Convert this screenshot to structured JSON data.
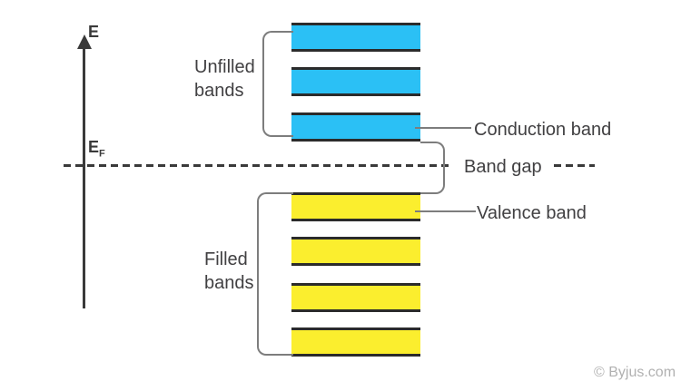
{
  "labels": {
    "energy_axis": "E",
    "fermi_main": "E",
    "fermi_sub": "F",
    "unfilled_bands": "Unfilled\nbands",
    "filled_bands": "Filled\nbands",
    "conduction_band": "Conduction band",
    "band_gap": "Band gap",
    "valence_band": "Valence band"
  },
  "watermark": "© Byjus.com",
  "bands": {
    "unfilled": {
      "count": 3,
      "color": "#2BC0F5"
    },
    "filled": {
      "count": 4,
      "color": "#FBEE2E"
    }
  },
  "colors": {
    "band_edge": "#2B2B2B",
    "axis": "#3A3A3A",
    "connector_gray": "#7D7D7D",
    "text": "#414042",
    "watermark_gray": "#B1B1B1",
    "background": "#FFFFFF"
  }
}
